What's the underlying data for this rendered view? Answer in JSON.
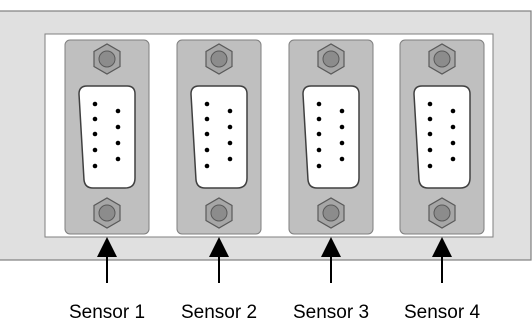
{
  "panel": {
    "connectors": [
      {
        "type": "DB9",
        "label": "Sensor 1"
      },
      {
        "type": "DB9",
        "label": "Sensor 2"
      },
      {
        "type": "DB9",
        "label": "Sensor 3"
      },
      {
        "type": "DB9",
        "label": "Sensor 4"
      }
    ]
  },
  "colors": {
    "panel_bg": "#e0e0e0",
    "cutout_bg": "#ffffff",
    "connector_plate": "#bfbfbf",
    "connector_face": "#ffffff",
    "pin": "#000000",
    "hex_nut": "#a6a6a6",
    "arrow": "#000000"
  }
}
